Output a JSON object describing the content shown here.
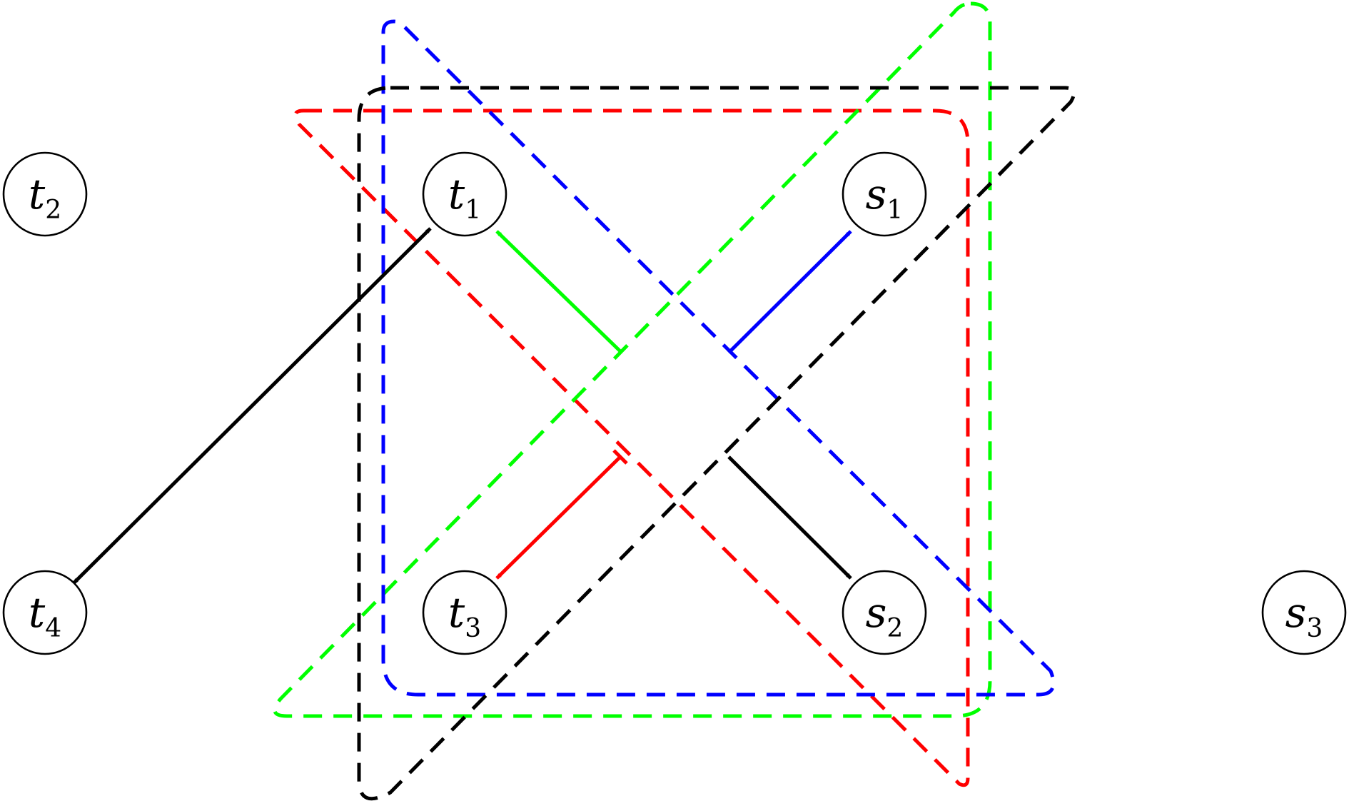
{
  "nodes": [
    {
      "id": "t1",
      "letter": "t",
      "sub": "1"
    },
    {
      "id": "t2",
      "letter": "t",
      "sub": "2"
    },
    {
      "id": "t3",
      "letter": "t",
      "sub": "3"
    },
    {
      "id": "t4",
      "letter": "t",
      "sub": "4"
    },
    {
      "id": "s1",
      "letter": "s",
      "sub": "1"
    },
    {
      "id": "s2",
      "letter": "s",
      "sub": "2"
    },
    {
      "id": "s3",
      "letter": "s",
      "sub": "3"
    }
  ],
  "colors": {
    "red": "#ff0000",
    "green": "#00ff00",
    "blue": "#0000ff",
    "black": "#000000"
  },
  "regions": [
    {
      "id": "red-region",
      "color": "red"
    },
    {
      "id": "green-region",
      "color": "green"
    },
    {
      "id": "blue-region",
      "color": "blue"
    },
    {
      "id": "black-region",
      "color": "black"
    }
  ],
  "edges": [
    {
      "id": "green-arrow",
      "color": "green",
      "target": "t1",
      "bidirectional": false
    },
    {
      "id": "blue-arrow",
      "color": "blue",
      "target": "s1",
      "bidirectional": false
    },
    {
      "id": "red-arrow",
      "color": "red",
      "target": "t3",
      "bidirectional": false
    },
    {
      "id": "black-arrow",
      "color": "black",
      "target": "s2",
      "bidirectional": false
    },
    {
      "id": "t4-t1-double-arrow",
      "color": "black",
      "source": "t4",
      "target": "t1",
      "bidirectional": true
    }
  ]
}
